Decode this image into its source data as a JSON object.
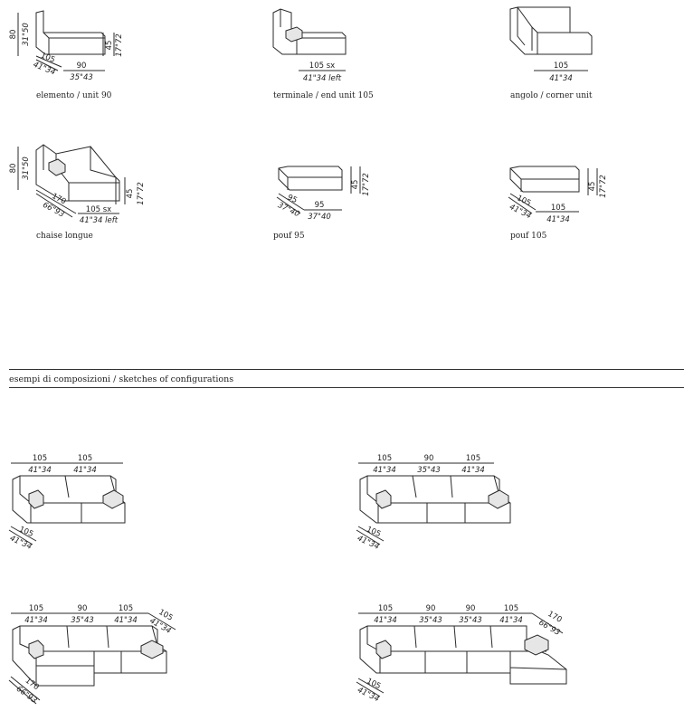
{
  "units": [
    {
      "name": "elemento",
      "name_en": "unit 90",
      "width": "90",
      "width_in": "35\"43",
      "depth": "105",
      "depth_in": "41\"34",
      "height": "80",
      "height_in": "31\"50",
      "seat": "45",
      "seat_in": "17\"72"
    },
    {
      "name": "terminale",
      "name_en": "end unit 105",
      "width": "105 sx",
      "width_in": "41\"34 left"
    },
    {
      "name": "angolo",
      "name_en": "corner unit",
      "width": "105",
      "width_in": "41\"34"
    },
    {
      "name": "chaise longue",
      "name_en": "",
      "width": "105 sx",
      "width_in": "41\"34 left",
      "depth": "170",
      "depth_in": "66\"93",
      "height": "80",
      "height_in": "31\"50",
      "seat": "45",
      "seat_in": "17\"72"
    },
    {
      "name": "pouf 95",
      "name_en": "",
      "width": "95",
      "width_in": "37\"40",
      "depth": "95",
      "depth_in": "37\"40",
      "seat": "45",
      "seat_in": "17\"72"
    },
    {
      "name": "pouf 105",
      "name_en": "",
      "width": "105",
      "width_in": "41\"34",
      "depth": "105",
      "depth_in": "41\"34",
      "seat": "45",
      "seat_in": "17\"72"
    }
  ],
  "section": {
    "title_it": "esempi di composizioni",
    "separator": " / ",
    "title_en": "sketches of configurations"
  },
  "configs": [
    {
      "widths": [
        "105",
        "105"
      ],
      "widths_in": [
        "41\"34",
        "41\"34"
      ],
      "depth": "105",
      "depth_in": "41\"34"
    },
    {
      "widths": [
        "105",
        "90",
        "105"
      ],
      "widths_in": [
        "41\"34",
        "35\"43",
        "41\"34"
      ],
      "depth": "105",
      "depth_in": "41\"34"
    },
    {
      "widths": [
        "105",
        "90",
        "105"
      ],
      "widths_in": [
        "41\"34",
        "35\"43",
        "41\"34"
      ],
      "right": "105",
      "right_in": "41\"34",
      "depth": "170",
      "depth_in": "66\"93"
    },
    {
      "widths": [
        "105",
        "90",
        "90",
        "105"
      ],
      "widths_in": [
        "41\"34",
        "35\"43",
        "35\"43",
        "41\"34"
      ],
      "right": "170",
      "right_in": "66\"93",
      "depth": "105",
      "depth_in": "41\"34"
    }
  ]
}
